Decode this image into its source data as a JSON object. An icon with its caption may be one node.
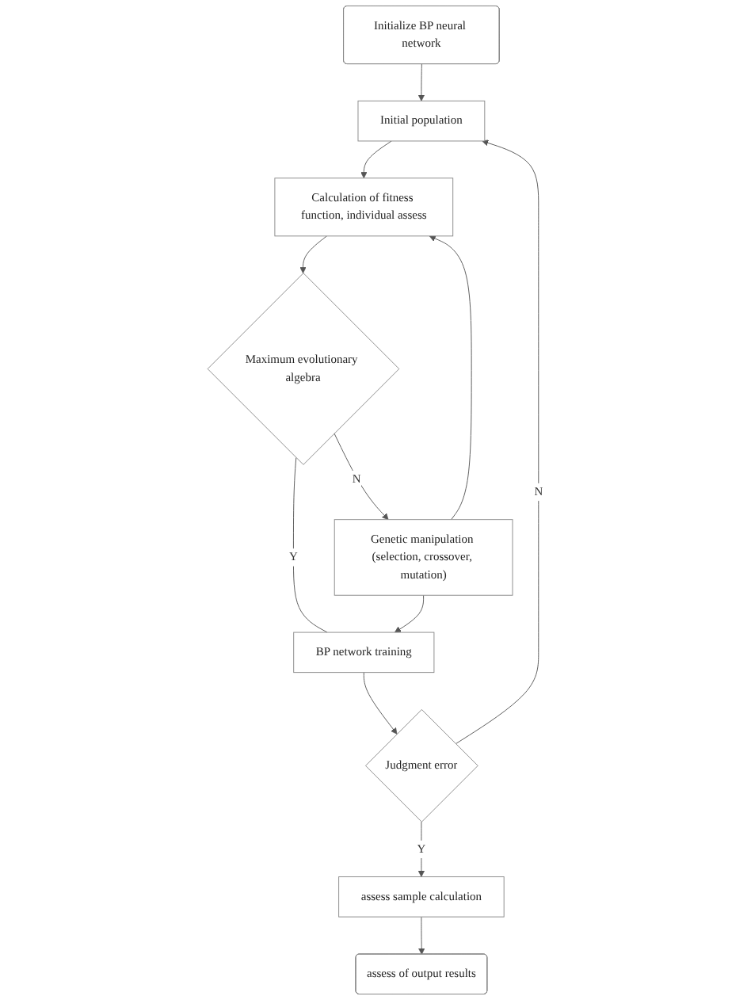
{
  "diagram": {
    "nodes": [
      {
        "text": [
          "Initialize BP neural network"
        ]
      },
      {
        "text": [
          "Initial population"
        ]
      },
      {
        "text": [
          "Calculation of fitness function, individual assess"
        ]
      },
      {
        "text": [
          "Maximum evolutionary algebra"
        ]
      },
      {
        "text": [
          "Genetic manipulation (selection, crossover, mutation)"
        ]
      },
      {
        "text": [
          "BP network training"
        ]
      },
      {
        "text": [
          "assess of output results"
        ]
      },
      {
        "text": [
          "Judgment error"
        ]
      },
      {
        "text": [
          "assess sample calculation"
        ]
      }
    ],
    "edges": [
      {
        "from": 0,
        "to": 1,
        "arrow": "to"
      },
      {
        "from": 1,
        "to": 2,
        "arrow": "to"
      },
      {
        "from": 2,
        "to": 3,
        "arrow": "to"
      },
      {
        "from": 3,
        "to": 4,
        "arrow": "to",
        "label": "N"
      },
      {
        "from": 3,
        "to": 5,
        "arrow": "none",
        "label": "Y"
      },
      {
        "from": 4,
        "to": 2,
        "arrow": "to"
      },
      {
        "from": 4,
        "to": 5,
        "arrow": "to"
      },
      {
        "from": 5,
        "to": 7,
        "arrow": "to"
      },
      {
        "from": 7,
        "to": 1,
        "arrow": "to",
        "label": "N"
      },
      {
        "from": 7,
        "to": 8,
        "arrow": "to",
        "label": "Y"
      },
      {
        "from": 8,
        "to": 6,
        "arrow": "to"
      }
    ]
  }
}
